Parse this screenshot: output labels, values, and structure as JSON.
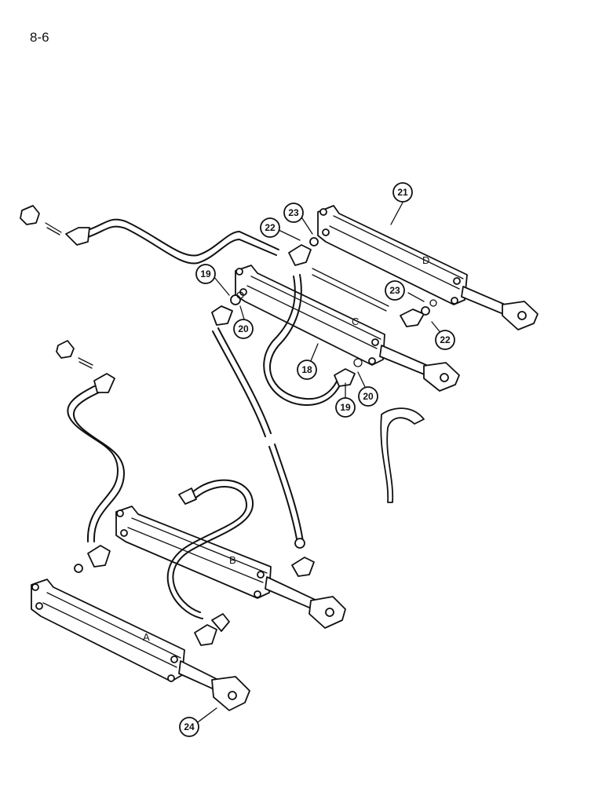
{
  "page": {
    "number": "8-6"
  },
  "cylinders": [
    {
      "id": "A",
      "letter": "A"
    },
    {
      "id": "B",
      "letter": "B"
    },
    {
      "id": "C",
      "letter": "C"
    },
    {
      "id": "D",
      "letter": "D"
    }
  ],
  "callouts": {
    "c18": "18",
    "c19a": "19",
    "c19b": "19",
    "c20a": "20",
    "c20b": "20",
    "c21": "21",
    "c22a": "22",
    "c22b": "22",
    "c23a": "23",
    "c23b": "23",
    "c24": "24"
  }
}
